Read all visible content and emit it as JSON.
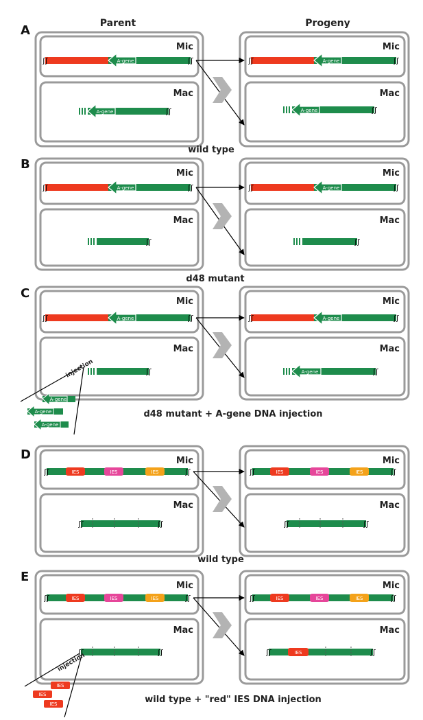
{
  "headers": {
    "parent": "Parent",
    "progeny": "Progeny"
  },
  "nucleus": {
    "mic": "Mic",
    "mac": "Mac"
  },
  "gene_label": "A-gene",
  "ies_label": "IES",
  "injection_label": "injection",
  "panels": {
    "A": {
      "letter": "A",
      "caption": "wild type"
    },
    "B": {
      "letter": "B",
      "caption": "d48 mutant"
    },
    "C": {
      "letter": "C",
      "caption": "d48 mutant + A-gene DNA injection"
    },
    "D": {
      "letter": "D",
      "caption": "wild type"
    },
    "E": {
      "letter": "E",
      "caption": "wild type + \"red\" IES DNA injection"
    }
  },
  "colors": {
    "green": "#1e8c4c",
    "red": "#ee3a1f",
    "pink": "#e6469a",
    "orange": "#f4a21a",
    "box_border": "#9a9a9a",
    "arrow_gray": "#b3b3b3"
  }
}
